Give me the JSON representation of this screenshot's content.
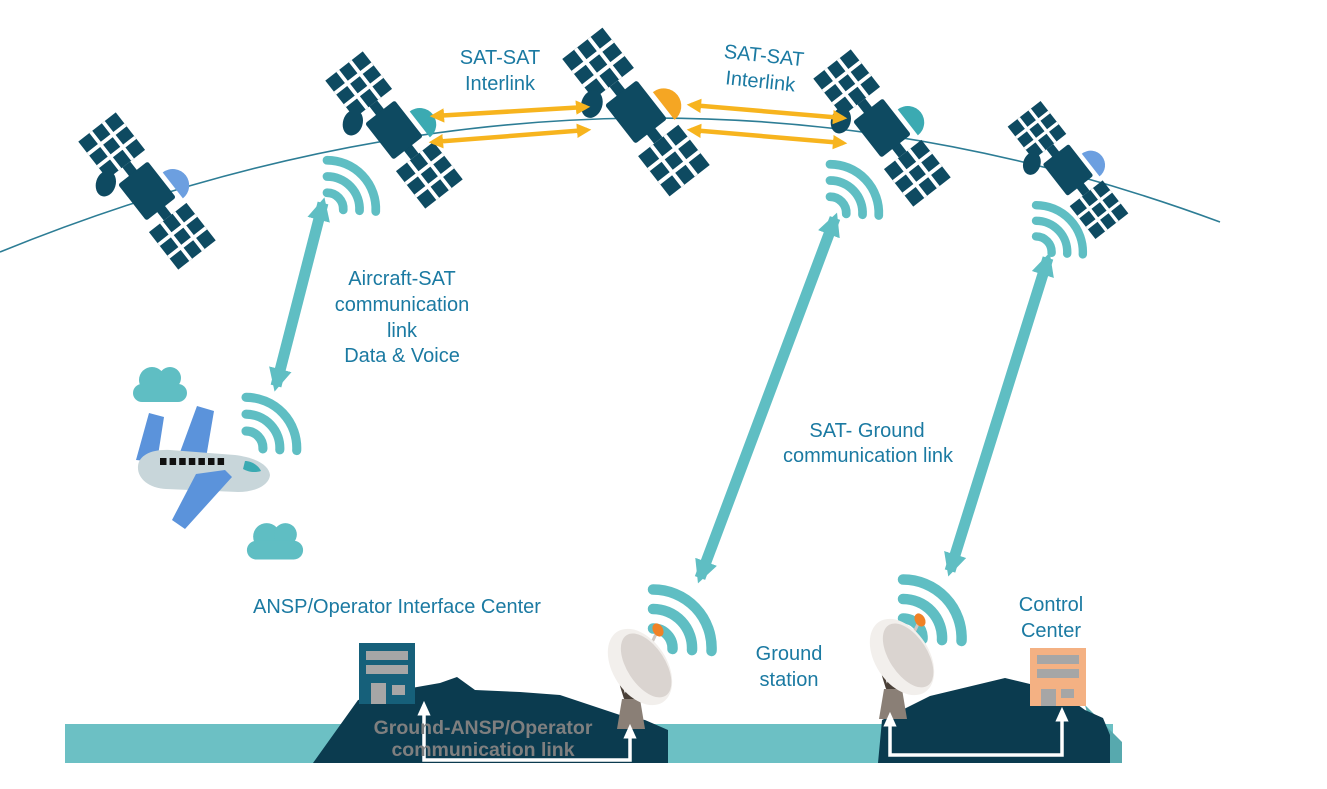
{
  "labels": {
    "sat_sat_interlink_left": [
      "SAT-SAT",
      "Interlink"
    ],
    "sat_sat_interlink_right": [
      "SAT-SAT",
      "Interlink"
    ],
    "aircraft_sat_link": [
      "Aircraft-SAT",
      "communication",
      "link",
      "Data & Voice"
    ],
    "sat_ground_link": [
      "SAT- Ground",
      "communication link"
    ],
    "ansp_interface_center": "ANSP/Operator Interface Center",
    "ground_station": [
      "Ground",
      "station"
    ],
    "control_center": [
      "Control",
      "Center"
    ],
    "ground_ansp_link": [
      "Ground-ANSP/Operator",
      "communication link"
    ]
  },
  "icons": {
    "satellites": [
      "satellite-icon-1",
      "satellite-icon-2",
      "satellite-icon-3",
      "satellite-icon-4",
      "satellite-icon-5"
    ],
    "wifi": "radio-waves-icon",
    "aircraft": "airplane-icon",
    "ground_station": "satellite-dish-icon",
    "buildings": [
      "ansp-building-icon",
      "control-center-building-icon"
    ]
  },
  "colors": {
    "dark_navy": "#0E4A61",
    "mountain": "#0B3B4F",
    "teal": "#5FBEC3",
    "strip_teal": "#6CC0C4",
    "mountain_sliver": "#57A9AE",
    "yellow": "#F7B41E",
    "text_blue": "#1B7AA2",
    "gray_text": "#7F7F7F",
    "window_gray": "#A6A6A6",
    "building_teal": "#16607A",
    "building_orange": "#F4B183",
    "dish_blue": "#6C9FE0",
    "dish_teal": "#3BAAB2",
    "dish_orange": "#F5A623",
    "feed_orange": "#F08226",
    "orbit_line": "#2D7D95",
    "plane_body": "#C8D6DA",
    "plane_blue": "#5B93DB",
    "dish_white": "#F2EFEC",
    "dish_shade": "#DAD4D0",
    "tower_gray": "#8A7F76",
    "tower_dark": "#4A4038"
  }
}
